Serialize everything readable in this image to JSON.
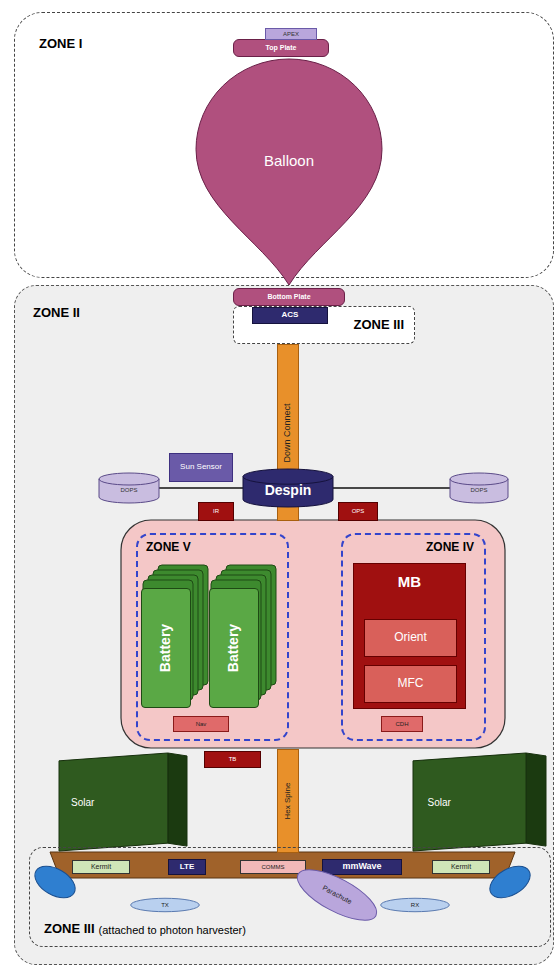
{
  "diagram": {
    "nodes": [
      {
        "text": [
          "ZONE I"
        ]
      },
      {
        "text": [
          "Top Plate"
        ],
        "in": 0
      },
      {
        "text": [
          "APEX"
        ],
        "in": 0
      },
      {
        "text": [
          "Balloon"
        ],
        "in": 0
      },
      {
        "text": [
          "ZONE II"
        ]
      },
      {
        "text": [
          "Bottom Plate"
        ],
        "in": 4
      },
      {
        "text": [
          "ZONE III"
        ],
        "in": 4
      },
      {
        "text": [
          "ACS"
        ],
        "in": 6
      },
      {
        "text": [
          "Down Connect"
        ],
        "in": 4
      },
      {
        "text": [
          "Sun Sensor"
        ],
        "in": 4
      },
      {
        "text": [
          "DOPS"
        ],
        "in": 4
      },
      {
        "text": [
          "Despin"
        ],
        "in": 4
      },
      {
        "text": [
          "DOPS"
        ],
        "in": 4
      },
      {
        "text": [
          "IR"
        ],
        "in": 4
      },
      {
        "text": [
          "OPS"
        ],
        "in": 4
      },
      {
        "text": [
          "ZONE V"
        ],
        "in": 4
      },
      {
        "text": [
          "Battery"
        ],
        "in": 15
      },
      {
        "text": [
          "Battery"
        ],
        "in": 15
      },
      {
        "text": [
          "Nav"
        ],
        "in": 15
      },
      {
        "text": [
          "ZONE IV"
        ],
        "in": 4
      },
      {
        "text": [
          "MB"
        ],
        "in": 19
      },
      {
        "text": [
          "Orient"
        ],
        "in": 20
      },
      {
        "text": [
          "MFC"
        ],
        "in": 20
      },
      {
        "text": [
          "CDH"
        ],
        "in": 19
      },
      {
        "text": [
          "TB"
        ],
        "in": 4
      },
      {
        "text": [
          "Hex Spine"
        ],
        "in": 4
      },
      {
        "text": [
          "Solar"
        ],
        "in": 4
      },
      {
        "text": [
          "Solar"
        ],
        "in": 4
      },
      {
        "text": [
          "ZONE III",
          "(attached to photon harvester)"
        ],
        "in": 4
      },
      {
        "text": [
          "Kermit"
        ],
        "in": 28
      },
      {
        "text": [
          "LTE"
        ],
        "in": 28
      },
      {
        "text": [
          "COMMS"
        ],
        "in": 28
      },
      {
        "text": [
          "mmWave"
        ],
        "in": 28
      },
      {
        "text": [
          "Kermit"
        ],
        "in": 28
      },
      {
        "text": [
          "TX"
        ],
        "in": 28
      },
      {
        "text": [
          "Parachute"
        ],
        "in": 28
      },
      {
        "text": [
          "RX"
        ],
        "in": 28
      }
    ],
    "edges": [
      {
        "from": 11,
        "to": 10,
        "arrow": "none"
      },
      {
        "from": 11,
        "to": 12,
        "arrow": "none"
      }
    ]
  }
}
